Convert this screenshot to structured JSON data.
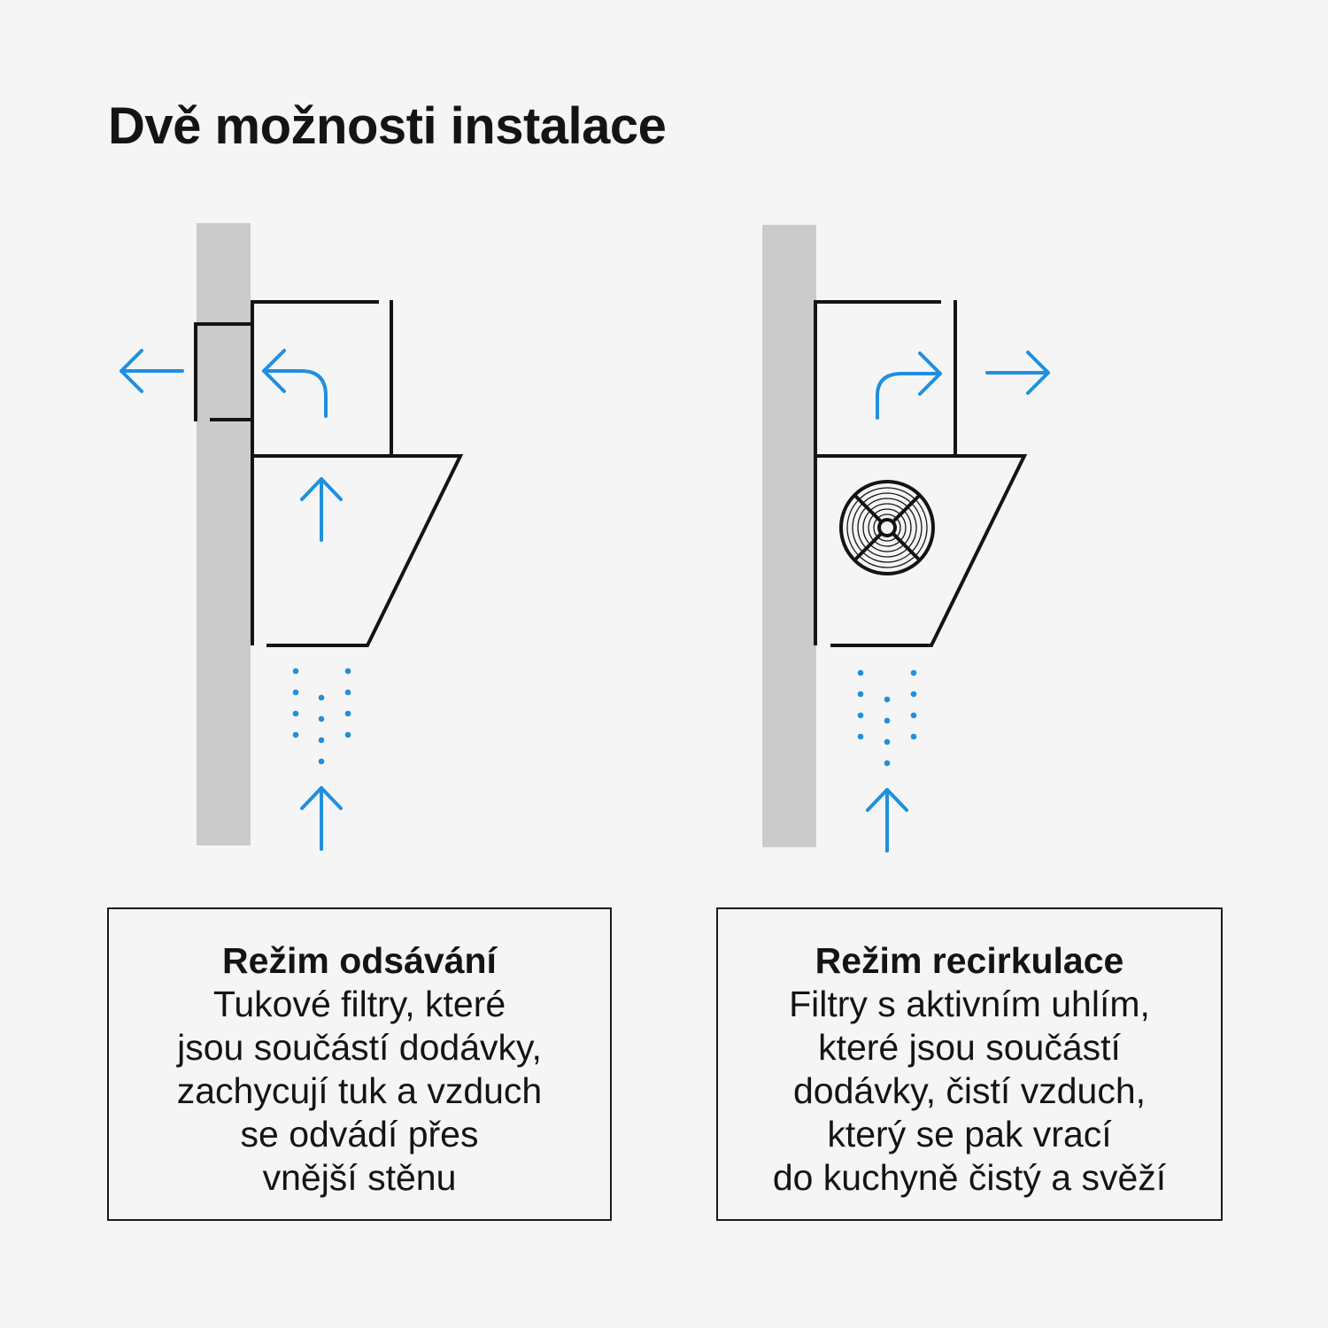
{
  "page": {
    "title": "Dvě možnosti instalace"
  },
  "modes": [
    {
      "title": "Režim odsávání",
      "lines": [
        "Tukové filtry, které",
        "jsou součástí dodávky,",
        "zachycují tuk a vzduch",
        "se odvádí přes",
        "vnější stěnu"
      ]
    },
    {
      "title": "Režim recirkulace",
      "lines": [
        "Filtry s aktivním uhlím,",
        "které jsou součástí",
        "dodávky, čistí vzduch,",
        "který se pak vrací",
        "do kuchyně čistý a svěží"
      ]
    }
  ],
  "colors": {
    "background": "#f5f5f5",
    "wall": "#cbcbcb",
    "outline": "#141414",
    "airflow": "#1f8fe0"
  },
  "icons": [
    "arrow-left-icon",
    "arrow-right-icon",
    "arrow-up-icon",
    "curved-arrow-icon",
    "fan-icon",
    "air-dots-icon"
  ]
}
